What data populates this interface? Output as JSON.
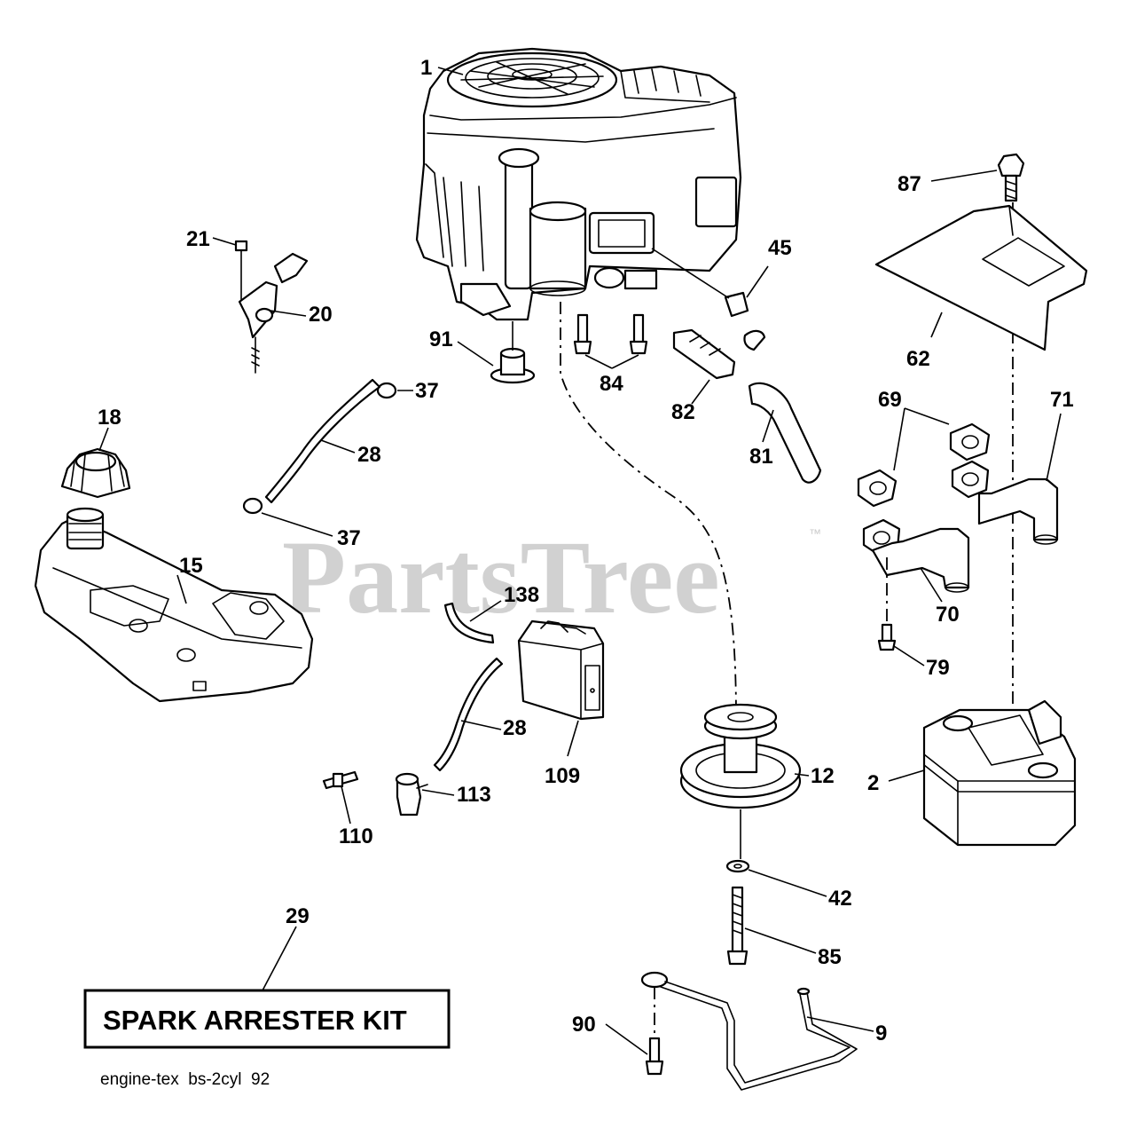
{
  "watermark": {
    "text": "PartsTree",
    "tm": "™"
  },
  "kit_label": "SPARK ARRESTER KIT",
  "reference": "engine-tex  bs-2cyl  92",
  "callouts": {
    "c1": "1",
    "c2": "2",
    "c9": "9",
    "c12": "12",
    "c15": "15",
    "c18": "18",
    "c20": "20",
    "c21": "21",
    "c28a": "28",
    "c28b": "28",
    "c29": "29",
    "c37a": "37",
    "c37b": "37",
    "c42": "42",
    "c45": "45",
    "c62": "62",
    "c69": "69",
    "c70": "70",
    "c71": "71",
    "c79": "79",
    "c81": "81",
    "c82": "82",
    "c84": "84",
    "c85": "85",
    "c87": "87",
    "c90": "90",
    "c91": "91",
    "c109": "109",
    "c110": "110",
    "c113": "113",
    "c138": "138"
  }
}
